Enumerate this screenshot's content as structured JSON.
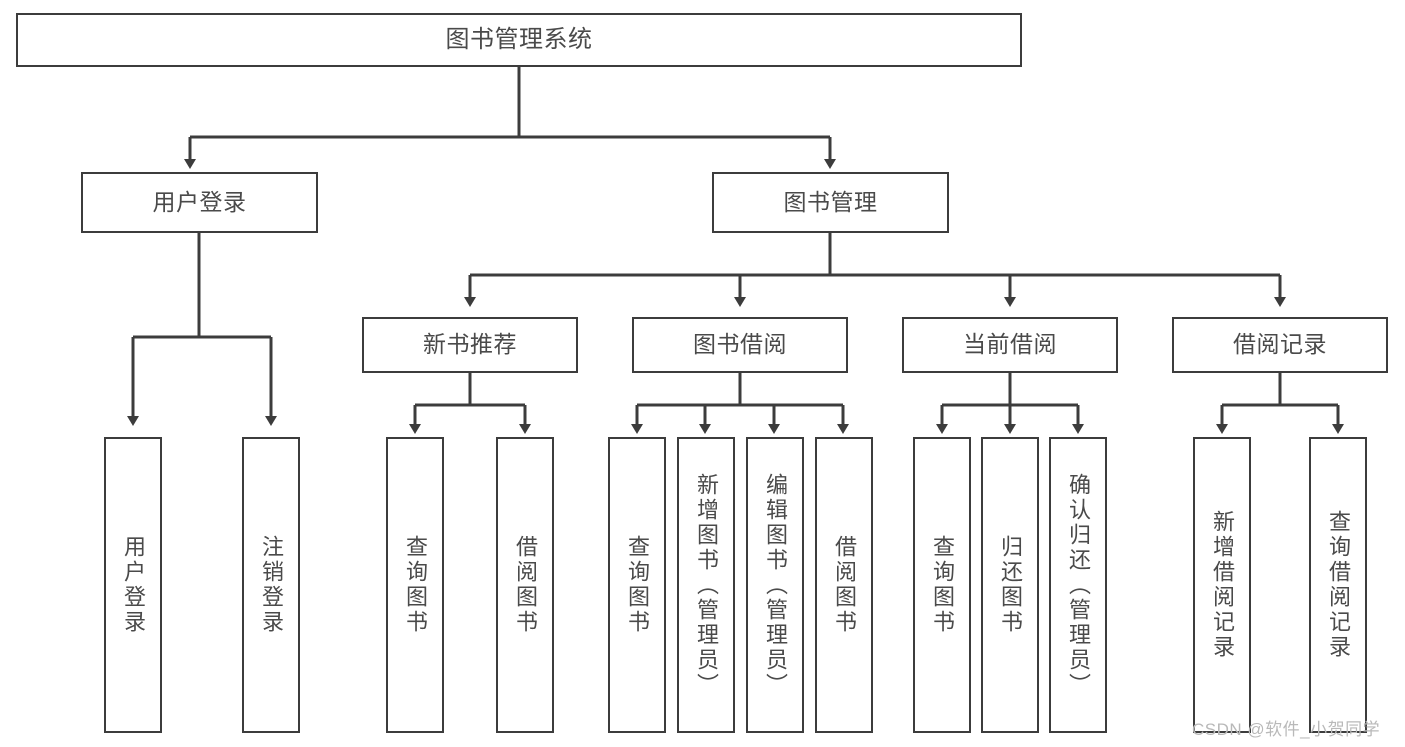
{
  "diagram": {
    "title": "图书管理系统",
    "type": "tree-hierarchy-chart",
    "root": {
      "label": "图书管理系统"
    },
    "level2": [
      {
        "label": "用户登录"
      },
      {
        "label": "图书管理"
      }
    ],
    "level3": [
      {
        "label": "新书推荐"
      },
      {
        "label": "图书借阅"
      },
      {
        "label": "当前借阅"
      },
      {
        "label": "借阅记录"
      }
    ],
    "leaves": {
      "user_login": [
        {
          "label": "用户登录"
        },
        {
          "label": "注销登录"
        }
      ],
      "new_book_recommend": [
        {
          "label": "查询图书"
        },
        {
          "label": "借阅图书"
        }
      ],
      "book_borrow": [
        {
          "label": "查询图书"
        },
        {
          "label": "新增图书（管理员）"
        },
        {
          "label": "编辑图书（管理员）"
        },
        {
          "label": "借阅图书"
        }
      ],
      "current_borrow": [
        {
          "label": "查询图书"
        },
        {
          "label": "归还图书"
        },
        {
          "label": "确认归还（管理员）"
        }
      ],
      "borrow_record": [
        {
          "label": "新增借阅记录"
        },
        {
          "label": "查询借阅记录"
        }
      ]
    }
  },
  "watermark": {
    "text": "CSDN @软件_小贺同学"
  },
  "colors": {
    "stroke": "#3c3c3c",
    "text": "#4a4a4a",
    "background": "#ffffff",
    "watermark": "#b9b9b9"
  }
}
